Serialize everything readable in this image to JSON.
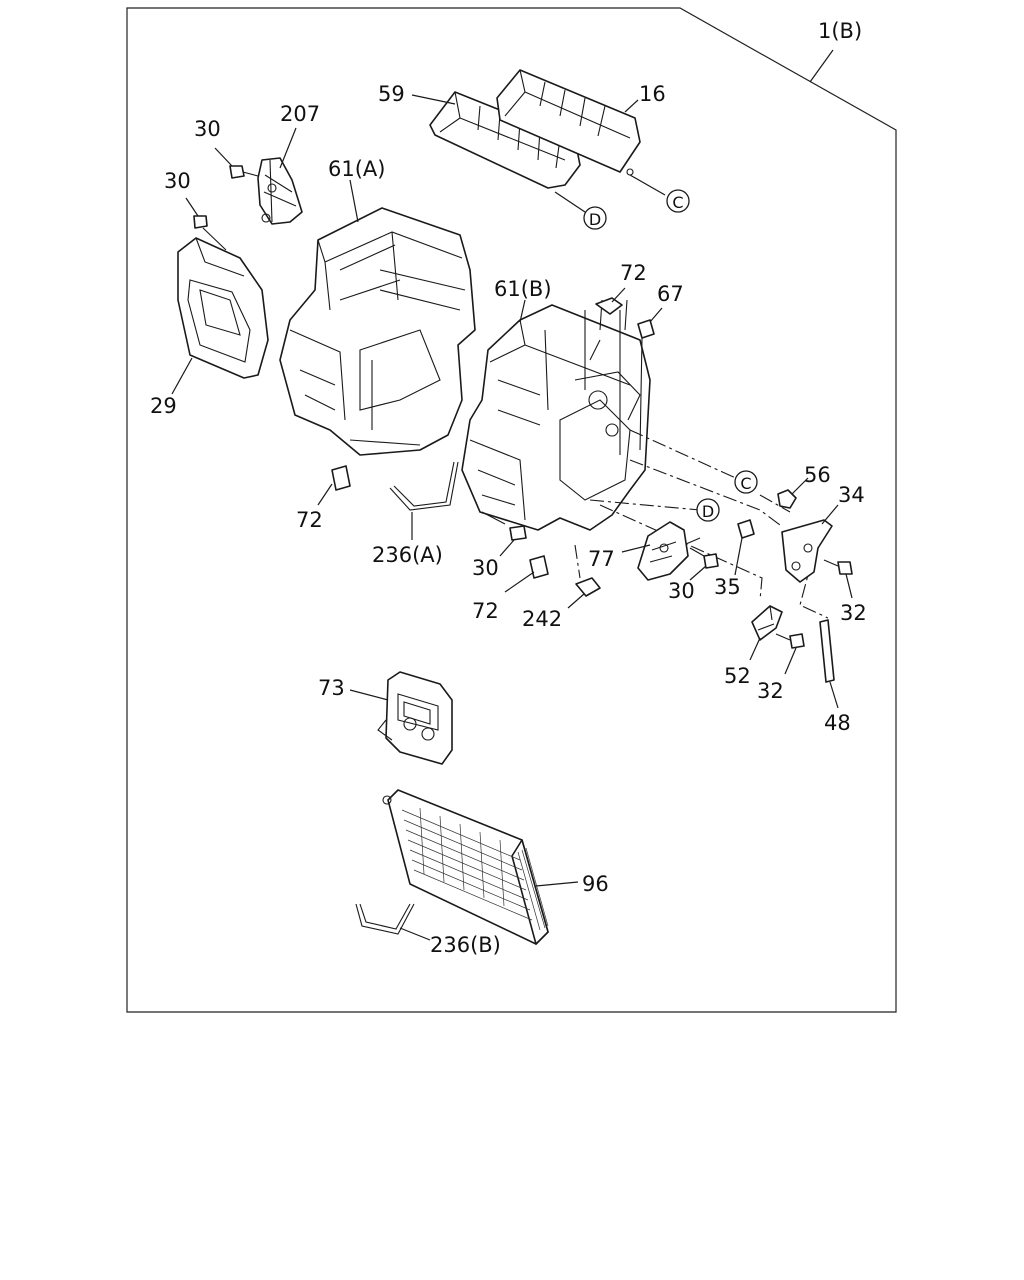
{
  "diagram": {
    "assembly_label": "1(B)",
    "callouts": {
      "p59": "59",
      "p16": "16",
      "p207": "207",
      "p30a": "30",
      "p30b": "30",
      "p30c": "30",
      "p30d": "30",
      "p61a": "61(A)",
      "p61b": "61(B)",
      "p72a": "72",
      "p72b": "72",
      "p72c": "72",
      "p67": "67",
      "p29": "29",
      "p56": "56",
      "p34": "34",
      "p236a": "236(A)",
      "p236b": "236(B)",
      "p77": "77",
      "p35": "35",
      "p32a": "32",
      "p32b": "32",
      "p242": "242",
      "p52": "52",
      "p48": "48",
      "p73": "73",
      "p96": "96"
    },
    "refs": {
      "c1": "C",
      "c2": "C",
      "d1": "D",
      "d2": "D"
    }
  }
}
